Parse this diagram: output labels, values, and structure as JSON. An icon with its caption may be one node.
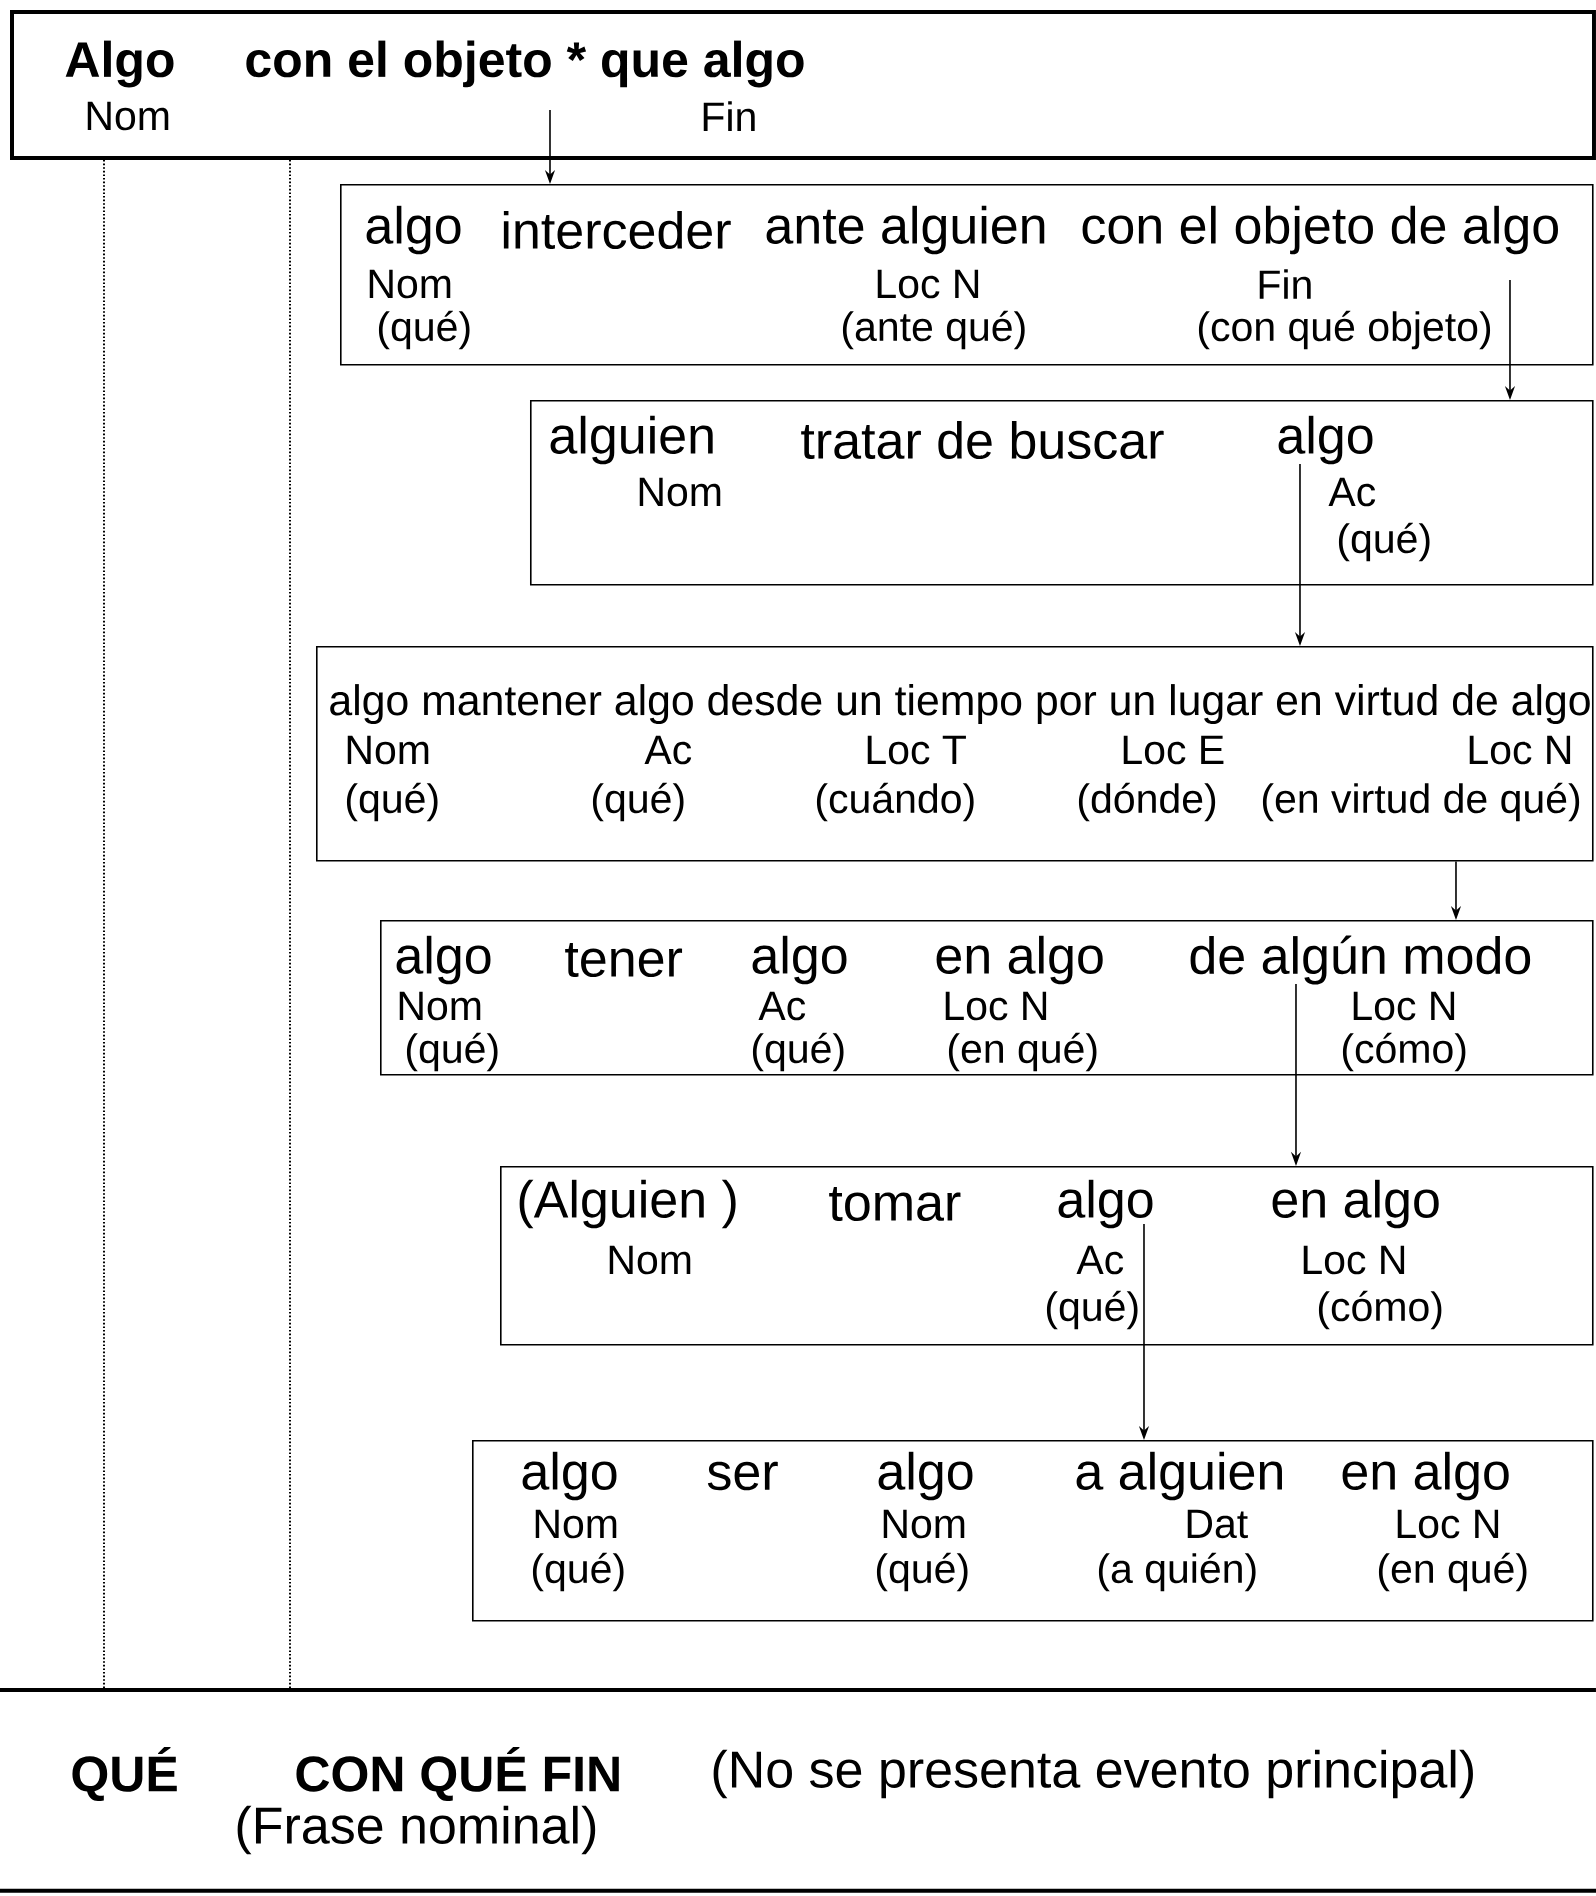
{
  "diagram": {
    "nodes": [
      {
        "text": [
          "Algo",
          "con el objeto * que algo",
          "Nom",
          "Fin"
        ]
      },
      {
        "text": [
          "algo",
          "interceder",
          "ante alguien",
          "con el objeto de algo",
          "Nom",
          "Loc  N",
          "Fin",
          "(qué)",
          "(ante qué)",
          "(con qué objeto)"
        ]
      },
      {
        "text": [
          "alguien",
          "tratar  de buscar",
          "algo",
          "Nom",
          "Ac",
          "(qué)"
        ]
      },
      {
        "text": [
          "algo mantener algo desde un tiempo por un lugar en virtud de algo",
          "Nom",
          "Ac",
          "Loc T",
          "Loc E",
          "Loc N",
          "(qué)",
          "(qué)",
          "(cuándo)",
          "(dónde)",
          "(en virtud de qué)"
        ]
      },
      {
        "text": [
          "algo",
          "tener",
          "algo",
          "en algo",
          "de algún modo",
          "Nom",
          "Ac",
          "Loc N",
          "Loc N",
          "(qué)",
          "(qué)",
          "(en qué)",
          "(cómo)"
        ]
      },
      {
        "text": [
          "(Alguien )",
          "tomar",
          "algo",
          "en algo",
          "Nom",
          "Ac",
          "Loc N",
          "(qué)",
          "(cómo)"
        ]
      },
      {
        "text": [
          "algo",
          "ser",
          "algo",
          "a alguien",
          "en algo",
          "Nom",
          "Nom",
          "Dat",
          "Loc N",
          "(qué)",
          "(qué)",
          "(a quién)",
          "(en qué)"
        ]
      },
      {
        "text": [
          "QUÉ",
          "CON QUÉ FIN",
          "(No se presenta evento principal)",
          "(Frase nominal)"
        ]
      }
    ],
    "edges": [
      {
        "from": 0,
        "to": 1,
        "arrow": "to"
      },
      {
        "from": 1,
        "to": 2,
        "arrow": "to"
      },
      {
        "from": 2,
        "to": 3,
        "arrow": "to"
      },
      {
        "from": 3,
        "to": 4,
        "arrow": "to"
      },
      {
        "from": 4,
        "to": 5,
        "arrow": "to"
      },
      {
        "from": 5,
        "to": 6,
        "arrow": "to"
      },
      {
        "from": 0,
        "to": 7,
        "arrow": "none",
        "style": "dashed"
      },
      {
        "from": 0,
        "to": 7,
        "arrow": "none",
        "style": "dashed"
      }
    ]
  }
}
